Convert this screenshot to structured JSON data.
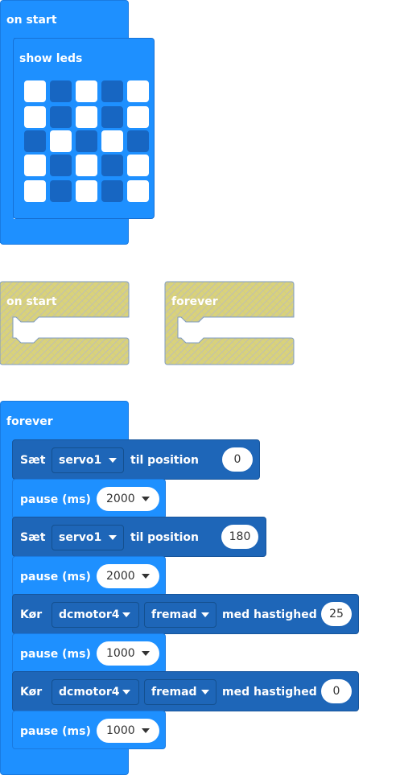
{
  "block_on_start": {
    "hat": "on start",
    "show_leds": "show leds",
    "leds": [
      [
        1,
        0,
        1,
        0,
        1
      ],
      [
        1,
        0,
        1,
        0,
        1
      ],
      [
        0,
        1,
        0,
        1,
        0
      ],
      [
        1,
        0,
        1,
        0,
        1
      ],
      [
        1,
        0,
        1,
        0,
        1
      ]
    ]
  },
  "disabled": {
    "on_start": "on start",
    "forever": "forever"
  },
  "forever_block": {
    "hat": "forever",
    "set_label": "Sæt",
    "servo": "servo1",
    "to_position": "til position",
    "pos1": "0",
    "pos2": "180",
    "pause_label": "pause (ms)",
    "p1": "2000",
    "p2": "2000",
    "p3": "1000",
    "p4": "1000",
    "run_label": "Kør",
    "motor": "dcmotor4",
    "direction": "fremad",
    "speed_label": "med hastighed",
    "speed1": "25",
    "speed2": "0"
  },
  "colors": {
    "event": "#1e90ff",
    "dark": "#1e66b8",
    "disabled": "#d6cf6b"
  }
}
